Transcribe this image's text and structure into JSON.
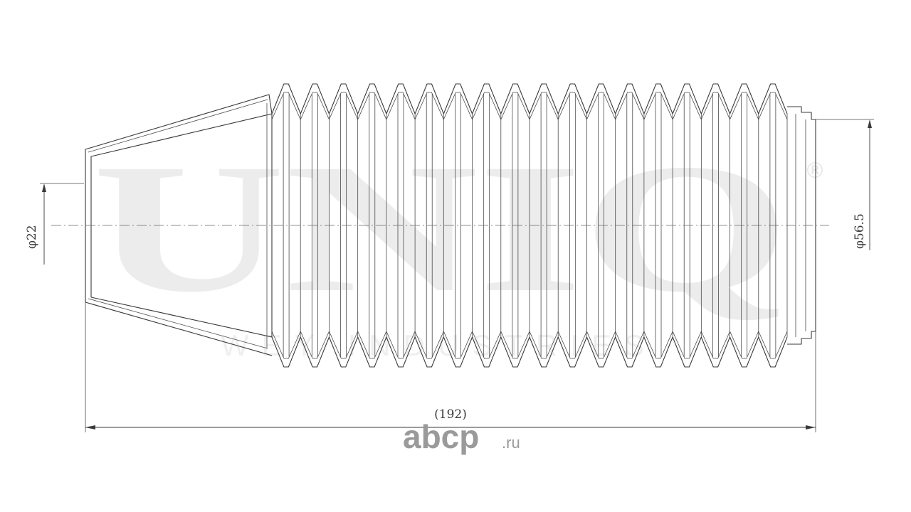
{
  "watermark": {
    "brand": "UNIQ",
    "registered_mark": "®",
    "subtitle": "WEY INDUSTRIES"
  },
  "drawing": {
    "part": "bellows-boot",
    "dimensions": {
      "small_diameter_label": "φ22",
      "large_diameter_label": "φ56.5",
      "overall_length_label": "(192)"
    },
    "convolutions": 18
  },
  "site_logo": {
    "name": "abcp",
    "tld": ".ru"
  },
  "colors": {
    "line": "#3a3a3a",
    "watermark": "#ececec",
    "logo": "#9a9a9a",
    "background": "#ffffff"
  }
}
